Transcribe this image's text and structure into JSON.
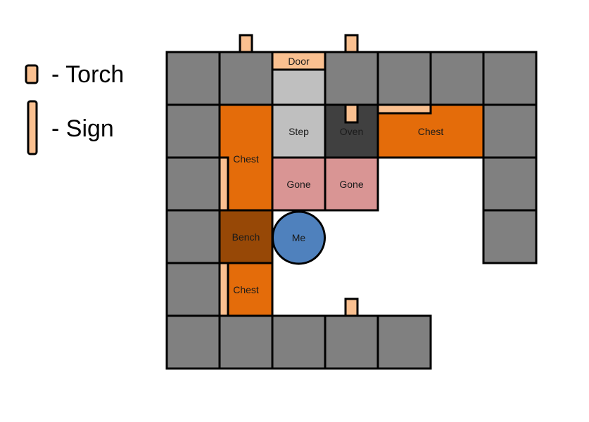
{
  "legend": {
    "torch_label": "- Torch",
    "sign_label": "- Sign"
  },
  "colors": {
    "wall": "#808080",
    "chest": "#E46C0A",
    "torch_sign": "#FAC090",
    "step": "#BFBFBF",
    "oven": "#404040",
    "gone": "#D99594",
    "bench": "#974806",
    "me": "#4F81BD",
    "outline": "#000000"
  },
  "labels": {
    "door": "Door",
    "step": "Step",
    "oven": "Oven",
    "chest_top_right": "Chest",
    "chest_left_tall": "Chest",
    "gone_1": "Gone",
    "gone_2": "Gone",
    "bench": "Bench",
    "me": "Me",
    "chest_bottom_left": "Chest"
  }
}
